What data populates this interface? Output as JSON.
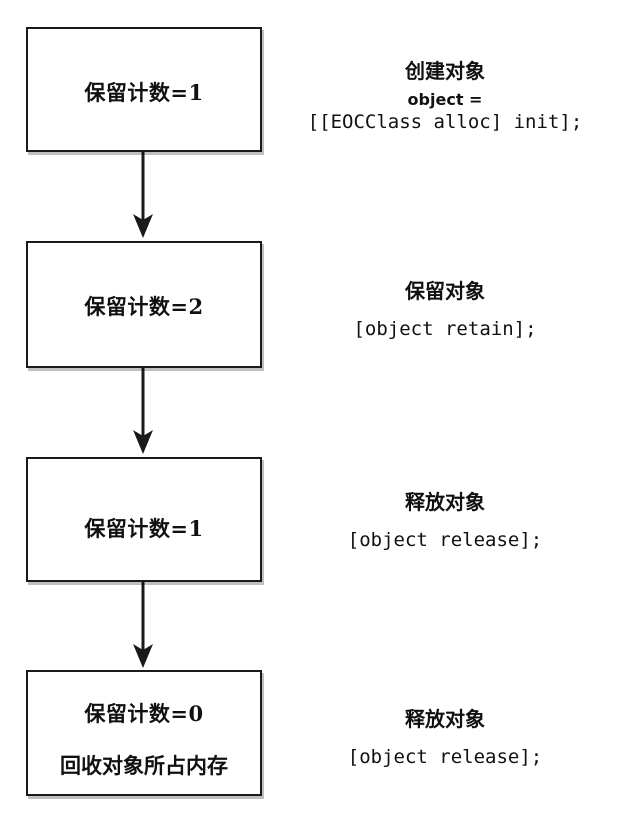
{
  "steps": [
    {
      "count": "保留计数=1",
      "action": "创建对象",
      "code_line1": "object =",
      "code_line2": "[[EOCClass alloc] init];"
    },
    {
      "count": "保留计数=2",
      "action": "保留对象",
      "code": "[object retain];"
    },
    {
      "count": "保留计数=1",
      "action": "释放对象",
      "code": "[object release];"
    },
    {
      "count": "保留计数=0",
      "note": "回收对象所占内存",
      "action": "释放对象",
      "code": "[object release];"
    }
  ]
}
